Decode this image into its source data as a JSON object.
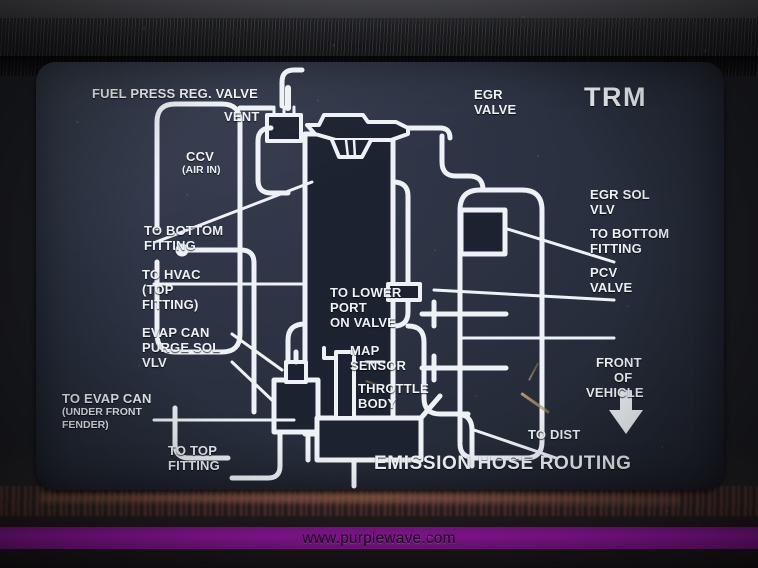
{
  "photo": {
    "subject": "Emission hose routing decal on painted metal surface",
    "watermark": "www.purplewave.com"
  },
  "decal": {
    "brand": "TRM",
    "title": "EMISSION HOSE ROUTING",
    "background_color": "#2b3141",
    "ink_color": "#eef1f6",
    "labels": {
      "fuel_press_reg_valve": "FUEL PRESS REG. VALVE",
      "vent": "VENT",
      "ccv": "CCV",
      "ccv_sub": "(AIR IN)",
      "to_bottom_fitting_left_1": "TO BOTTOM",
      "to_bottom_fitting_left_2": "FITTING",
      "to_hvac": "TO HVAC",
      "to_hvac_sub_1": "(TOP",
      "to_hvac_sub_2": "FITTING)",
      "evap_can_purge_1": "EVAP CAN",
      "evap_can_purge_2": "PURGE SOL",
      "evap_can_purge_3": "VLV",
      "to_evap_can": "TO EVAP CAN",
      "to_evap_can_sub_1": "(UNDER FRONT",
      "to_evap_can_sub_2": "FENDER)",
      "to_top_fitting_1": "TO TOP",
      "to_top_fitting_2": "FITTING",
      "to_lower_port_1": "TO LOWER",
      "to_lower_port_2": "PORT",
      "to_lower_port_3": "ON VALVE",
      "map_sensor_1": "MAP",
      "map_sensor_2": "SENSOR",
      "throttle_body_1": "THROTTLE",
      "throttle_body_2": "BODY",
      "egr_valve_1": "EGR",
      "egr_valve_2": "VALVE",
      "egr_sol_vlv_1": "EGR SOL",
      "egr_sol_vlv_2": "VLV",
      "to_bottom_fitting_right_1": "TO BOTTOM",
      "to_bottom_fitting_right_2": "FITTING",
      "pcv_valve_1": "PCV",
      "pcv_valve_2": "VALVE",
      "front_of_vehicle_1": "FRONT",
      "front_of_vehicle_2": "OF",
      "front_of_vehicle_3": "VEHICLE",
      "to_dist": "TO DIST"
    }
  }
}
